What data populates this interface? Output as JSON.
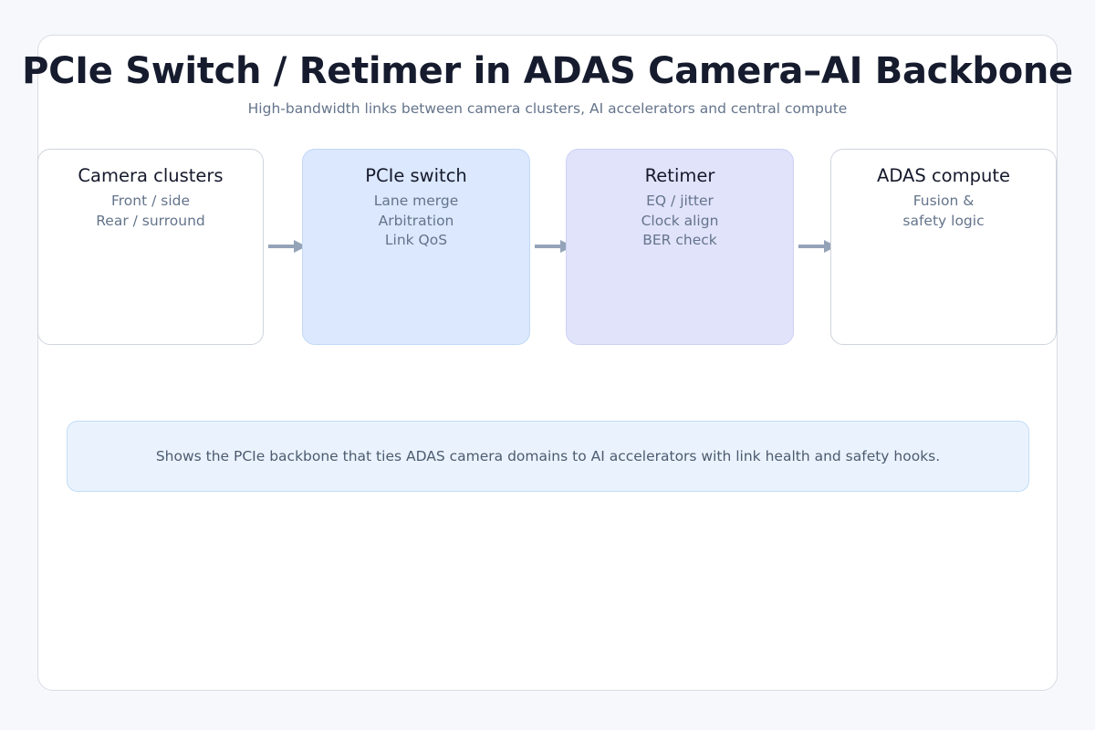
{
  "page": {
    "background_color": "#f6f8fc",
    "card_background": "#ffffff",
    "card_border_color": "#d9dce3"
  },
  "header": {
    "title": "PCIe Switch / Retimer in ADAS Camera–AI Backbone",
    "subtitle": "High-bandwidth links between camera clusters, AI accelerators and central compute",
    "title_color": "#161c2e",
    "subtitle_color": "#64748b"
  },
  "diagram": {
    "type": "flow",
    "orientation": "left-to-right",
    "nodes": [
      {
        "id": "camera-clusters",
        "title": "Camera clusters",
        "lines": [
          "Front / side",
          "Rear / surround"
        ],
        "fill": "#ffffff",
        "border": "#cfd4dd"
      },
      {
        "id": "pcie-switch",
        "title": "PCIe switch",
        "lines": [
          "Lane merge",
          "Arbitration",
          "Link QoS"
        ],
        "fill": "#dbe8fd",
        "border": "#c3d8f8"
      },
      {
        "id": "retimer",
        "title": "Retimer",
        "lines": [
          "EQ / jitter",
          "Clock align",
          "BER check"
        ],
        "fill": "#e1e3fb",
        "border": "#cdd0f4"
      },
      {
        "id": "adas-compute",
        "title": "ADAS compute",
        "lines": [
          "Fusion &",
          "safety logic"
        ],
        "fill": "#ffffff",
        "border": "#cfd4dd"
      }
    ],
    "connectors": [
      {
        "id": "arrow-camera-to-switch",
        "from": "camera-clusters",
        "to": "pcie-switch",
        "style": "arrow",
        "color": "#94a3b8"
      },
      {
        "id": "arrow-switch-to-retimer",
        "from": "pcie-switch",
        "to": "retimer",
        "style": "arrow",
        "color": "#94a3b8"
      },
      {
        "id": "arrow-retimer-to-compute",
        "from": "retimer",
        "to": "adas-compute",
        "style": "arrow",
        "color": "#94a3b8"
      }
    ]
  },
  "note": {
    "text": "Shows the PCIe backbone that ties ADAS camera domains to AI accelerators with link health and safety hooks.",
    "fill": "#eaf3fd",
    "border": "#c3dcf6",
    "text_color": "#4d5b70"
  }
}
